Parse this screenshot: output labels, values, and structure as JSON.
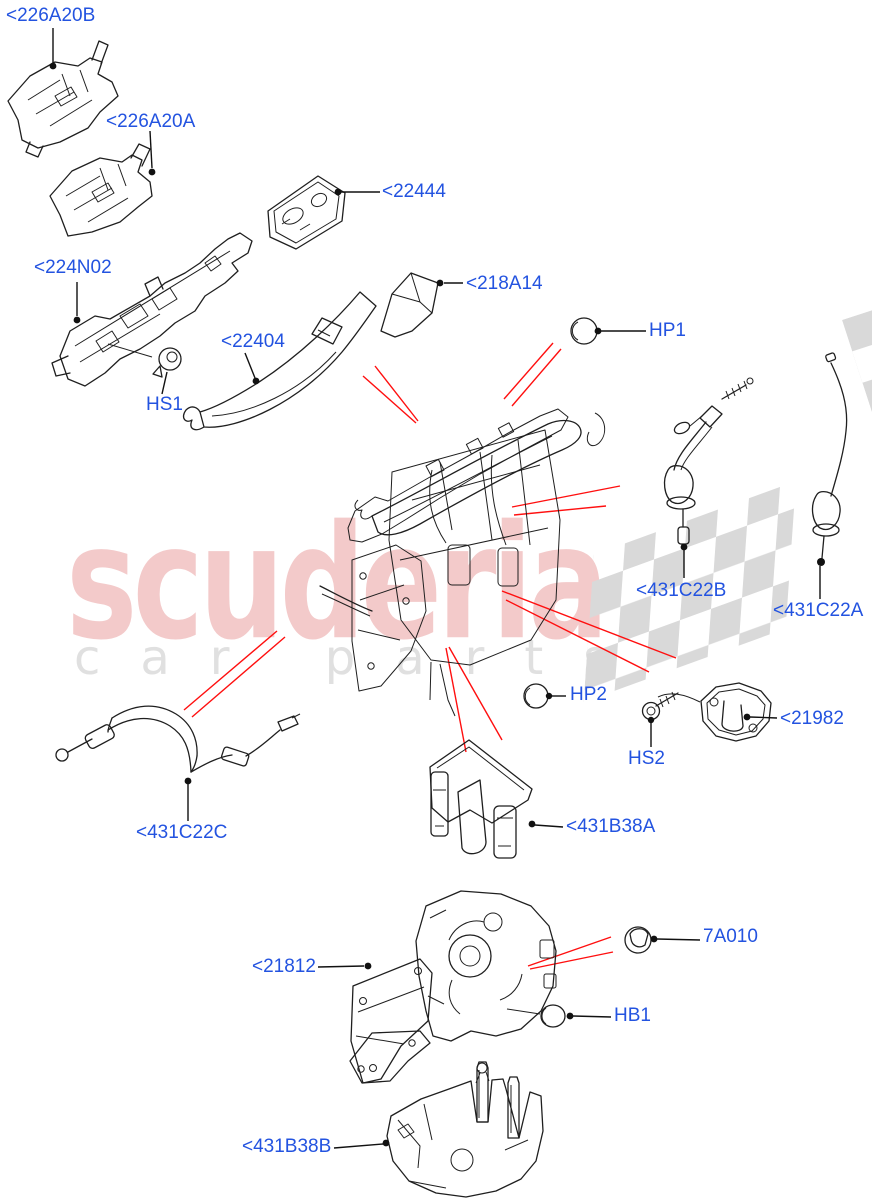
{
  "watermark": {
    "brand": "scuderia",
    "subtitle": "car parts",
    "brand_color": "#f3caca",
    "subtitle_color": "#e0e0e0"
  },
  "colors": {
    "label_blue": "#2353e0",
    "callout_red": "#ff0f0f",
    "line_art": "#1f1f1f",
    "checker_gray": "#d9d9d9",
    "background": "#ffffff"
  },
  "labels": [
    {
      "id": "226A20B",
      "text": "<226A20B"
    },
    {
      "id": "226A20A",
      "text": "<226A20A"
    },
    {
      "id": "22444",
      "text": "<22444"
    },
    {
      "id": "224N02",
      "text": "<224N02"
    },
    {
      "id": "218A14",
      "text": "<218A14"
    },
    {
      "id": "22404",
      "text": "<22404"
    },
    {
      "id": "HS1",
      "text": "HS1"
    },
    {
      "id": "HP1",
      "text": "HP1"
    },
    {
      "id": "431C22B",
      "text": "<431C22B"
    },
    {
      "id": "431C22A",
      "text": "<431C22A"
    },
    {
      "id": "HP2",
      "text": "HP2"
    },
    {
      "id": "HS2",
      "text": "HS2"
    },
    {
      "id": "21982",
      "text": "<21982"
    },
    {
      "id": "431C22C",
      "text": "<431C22C"
    },
    {
      "id": "431B38A",
      "text": "<431B38A"
    },
    {
      "id": "21812",
      "text": "<21812"
    },
    {
      "id": "7A010",
      "text": "7A010"
    },
    {
      "id": "HB1",
      "text": "HB1"
    },
    {
      "id": "431B38B",
      "text": "<431B38B"
    }
  ]
}
